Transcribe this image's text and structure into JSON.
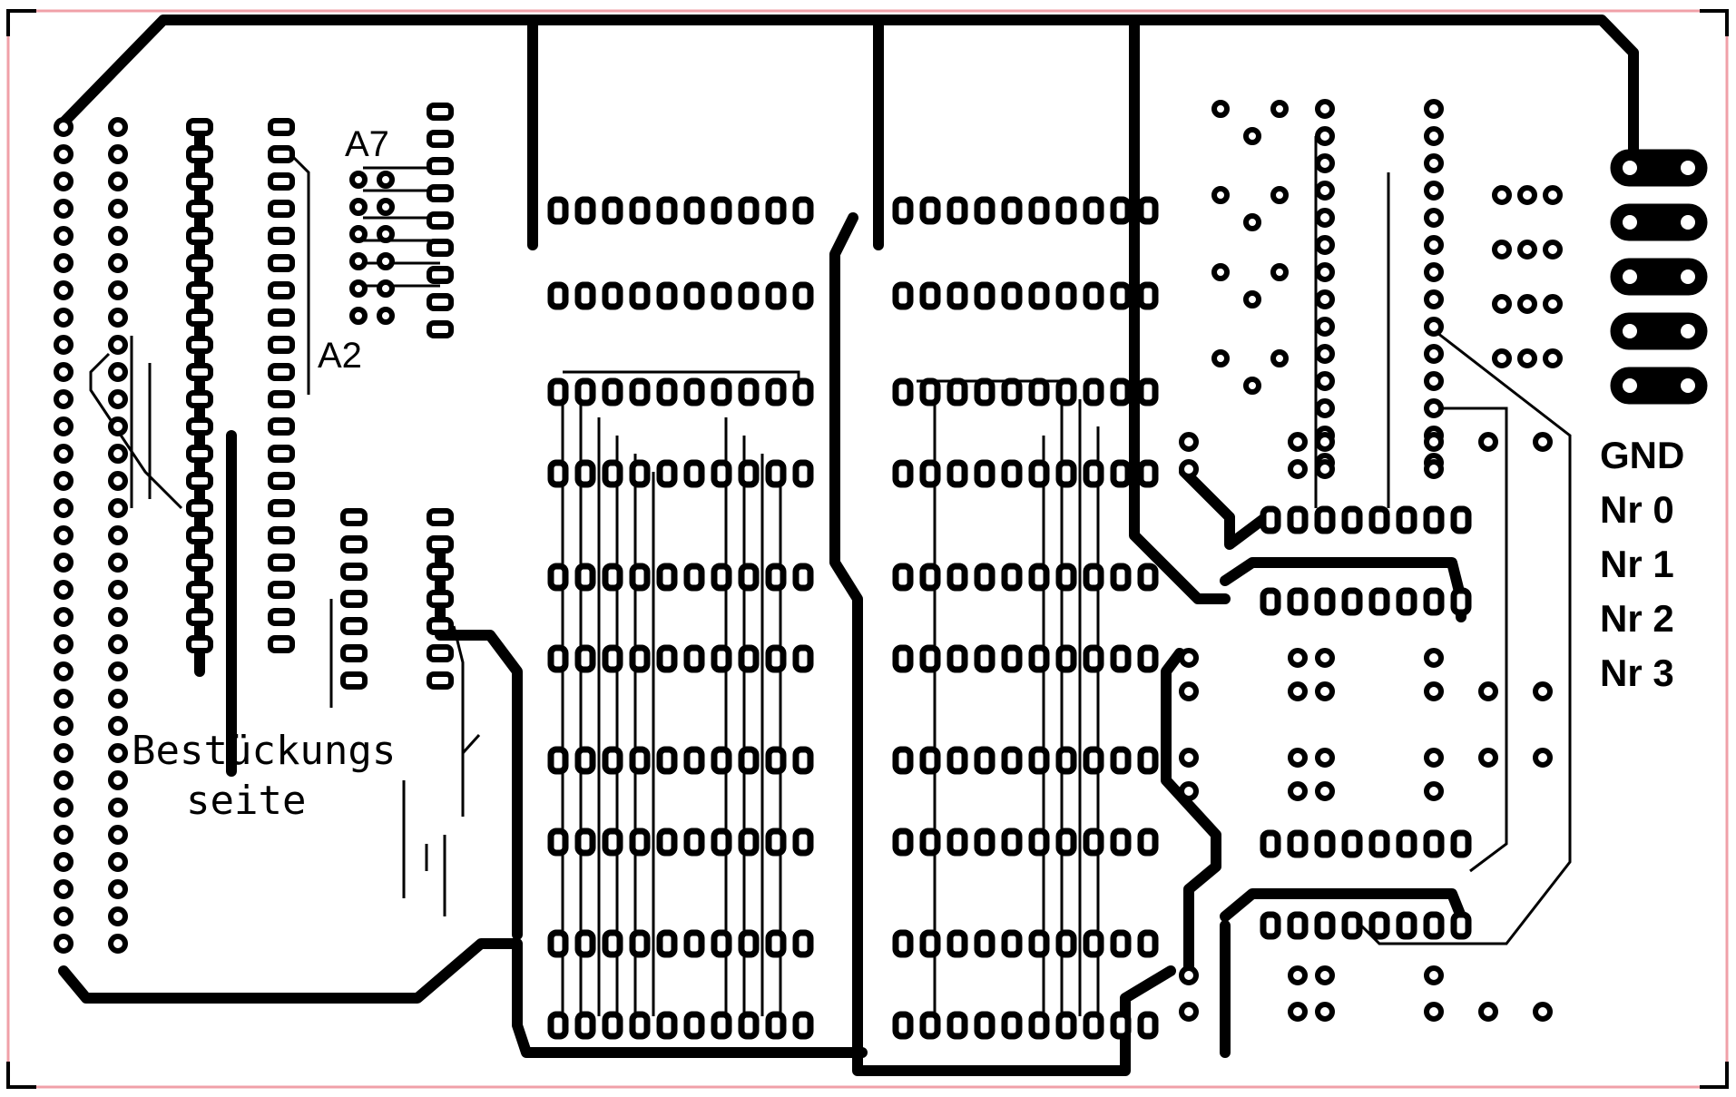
{
  "board": {
    "colors": {
      "background": "#ffffff",
      "copper": "#000000",
      "outline": "#f0a0a8"
    },
    "labels": {
      "a7": "A7",
      "a2": "A2",
      "silk_line1": "Bestückungs",
      "silk_line2": "seite"
    },
    "connector_pins": [
      "GND",
      "Nr 0",
      "Nr 1",
      "Nr 2",
      "Nr 3"
    ]
  }
}
